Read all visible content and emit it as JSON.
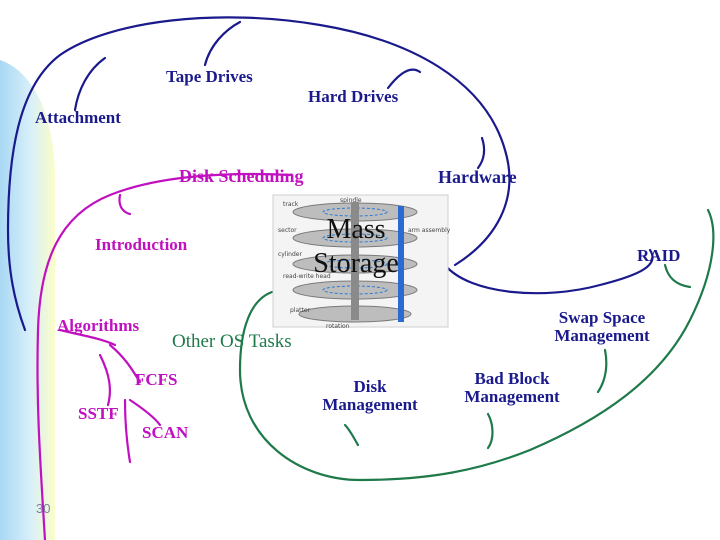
{
  "center": {
    "line1": "Mass",
    "line2": "Storage",
    "image_labels": [
      "track",
      "sector",
      "cylinder",
      "platter",
      "spindle",
      "arm assembly",
      "rotation",
      "read-write head"
    ]
  },
  "hardware_branch": {
    "hardware": "Hardware",
    "tape_drives": "Tape Drives",
    "hard_drives": "Hard Drives",
    "attachment": "Attachment",
    "raid": "RAID"
  },
  "scheduling_branch": {
    "disk_scheduling": "Disk Scheduling",
    "introduction": "Introduction",
    "algorithms": "Algorithms",
    "fcfs": "FCFS",
    "sstf": "SSTF",
    "scan": "SCAN"
  },
  "os_tasks_branch": {
    "other_os_tasks": "Other OS Tasks",
    "disk_management_1": "Disk",
    "disk_management_2": "Management",
    "bad_block_1": "Bad Block",
    "bad_block_2": "Management",
    "swap_space_1": "Swap Space",
    "swap_space_2": "Management"
  },
  "footer": {
    "slide_number": "30"
  },
  "colors": {
    "hardware": "#1a1a8c",
    "scheduling": "#c010c0",
    "os_tasks": "#1f7a4a",
    "accent_stripe": "#b9e0f7"
  }
}
